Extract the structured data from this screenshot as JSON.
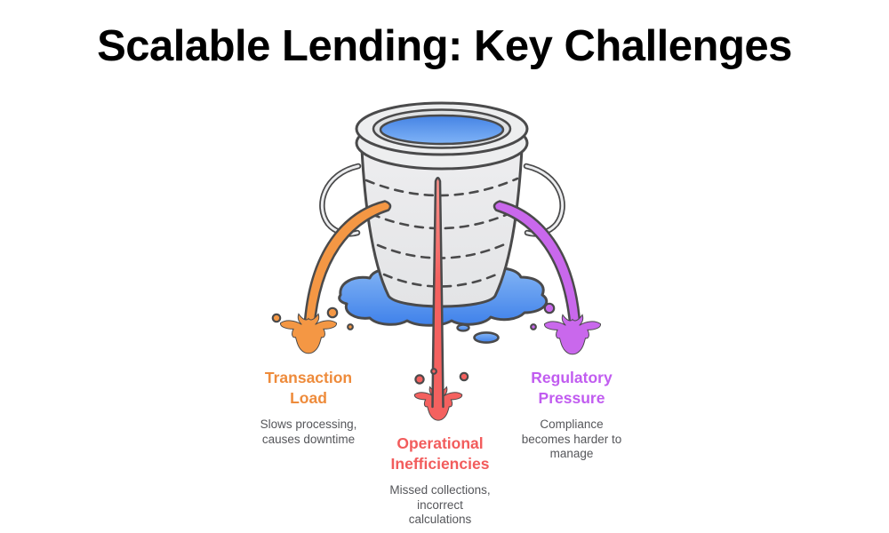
{
  "title": "Scalable Lending: Key Challenges",
  "illustration": {
    "name": "leaky-bucket",
    "parts": [
      "bucket",
      "water",
      "puddle",
      "left-leak-stream",
      "center-leak-stream",
      "right-leak-stream"
    ],
    "outline_color": "#4A4A4B",
    "bucket_fill": "#EAEBEC",
    "rim_fill": "#EDEEEF",
    "water_top": "#4583E4",
    "water_bottom": "#7FB3F7",
    "puddle_top": "#85B6F5",
    "puddle_bottom": "#3F81EA"
  },
  "challenges": [
    {
      "id": "transaction-load",
      "label": "Transaction\nLoad",
      "description": "Slows processing,\ncauses downtime",
      "color": "#EE8B3B",
      "stream_color": "#F49744"
    },
    {
      "id": "operational-inefficiencies",
      "label": "Operational\nInefficiencies",
      "description": "Missed collections,\nincorrect\ncalculations",
      "color": "#F25C5C",
      "stream_color": "#F4615F",
      "stream_color_light": "#F9938D"
    },
    {
      "id": "regulatory-pressure",
      "label": "Regulatory\nPressure",
      "description": "Compliance\nbecomes harder to\nmanage",
      "color": "#C15CF0",
      "stream_color": "#C968EC"
    }
  ]
}
